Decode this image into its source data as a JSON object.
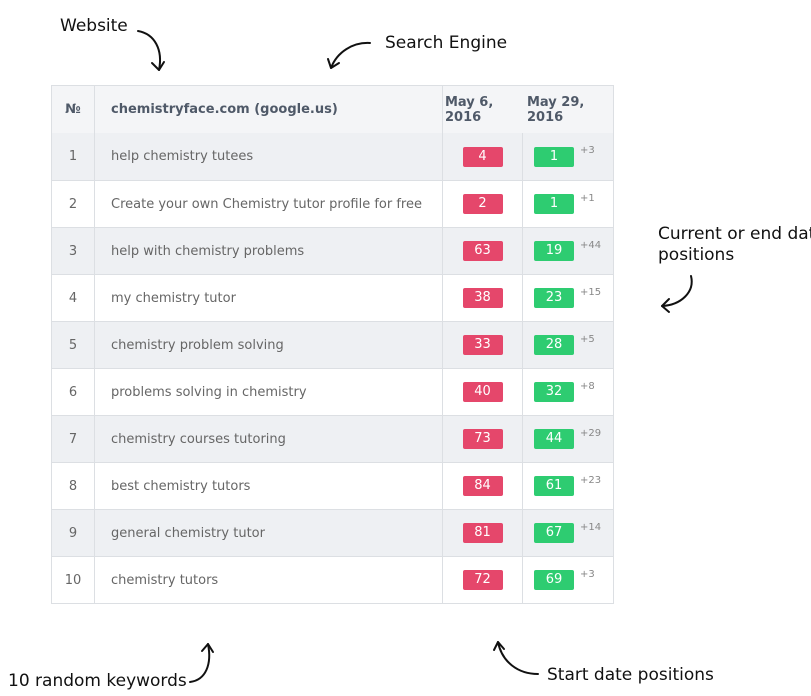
{
  "annotations": {
    "website": "Website",
    "search_engine": "Search Engine",
    "current_positions_line1": "Current or end date",
    "current_positions_line2": "positions",
    "keywords": "10 random keywords",
    "start_positions": "Start date positions"
  },
  "table": {
    "header": {
      "no": "№",
      "site": "chemistryface.com (google.us)",
      "date_start": "May 6, 2016",
      "date_end": "May 29, 2016"
    },
    "rows": [
      {
        "no": "1",
        "keyword": "help chemistry tutees",
        "start": "4",
        "end": "1",
        "delta": "+3"
      },
      {
        "no": "2",
        "keyword": "Create your own Chemistry tutor profile for free",
        "start": "2",
        "end": "1",
        "delta": "+1"
      },
      {
        "no": "3",
        "keyword": "help with chemistry problems",
        "start": "63",
        "end": "19",
        "delta": "+44"
      },
      {
        "no": "4",
        "keyword": "my chemistry tutor",
        "start": "38",
        "end": "23",
        "delta": "+15"
      },
      {
        "no": "5",
        "keyword": "chemistry problem solving",
        "start": "33",
        "end": "28",
        "delta": "+5"
      },
      {
        "no": "6",
        "keyword": "problems solving in chemistry",
        "start": "40",
        "end": "32",
        "delta": "+8"
      },
      {
        "no": "7",
        "keyword": "chemistry courses tutoring",
        "start": "73",
        "end": "44",
        "delta": "+29"
      },
      {
        "no": "8",
        "keyword": "best chemistry tutors",
        "start": "84",
        "end": "61",
        "delta": "+23"
      },
      {
        "no": "9",
        "keyword": "general chemistry tutor",
        "start": "81",
        "end": "67",
        "delta": "+14"
      },
      {
        "no": "10",
        "keyword": "chemistry tutors",
        "start": "72",
        "end": "69",
        "delta": "+3"
      }
    ]
  },
  "colors": {
    "start_badge": "#e5476b",
    "end_badge": "#2ecc71",
    "header_bg": "#f4f5f7",
    "alt_row_bg": "#eef0f3"
  }
}
